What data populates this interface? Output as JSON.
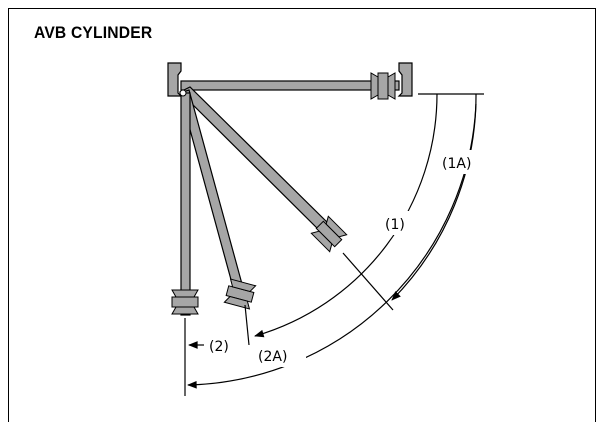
{
  "title": "AVB CYLINDER",
  "labels": {
    "l1": "(1)",
    "l1a": "(1A)",
    "l2": "(2)",
    "l2a": "(2A)"
  },
  "colors": {
    "arm_fill": "#a6a6a6",
    "stroke": "#000000",
    "background": "#ffffff"
  }
}
